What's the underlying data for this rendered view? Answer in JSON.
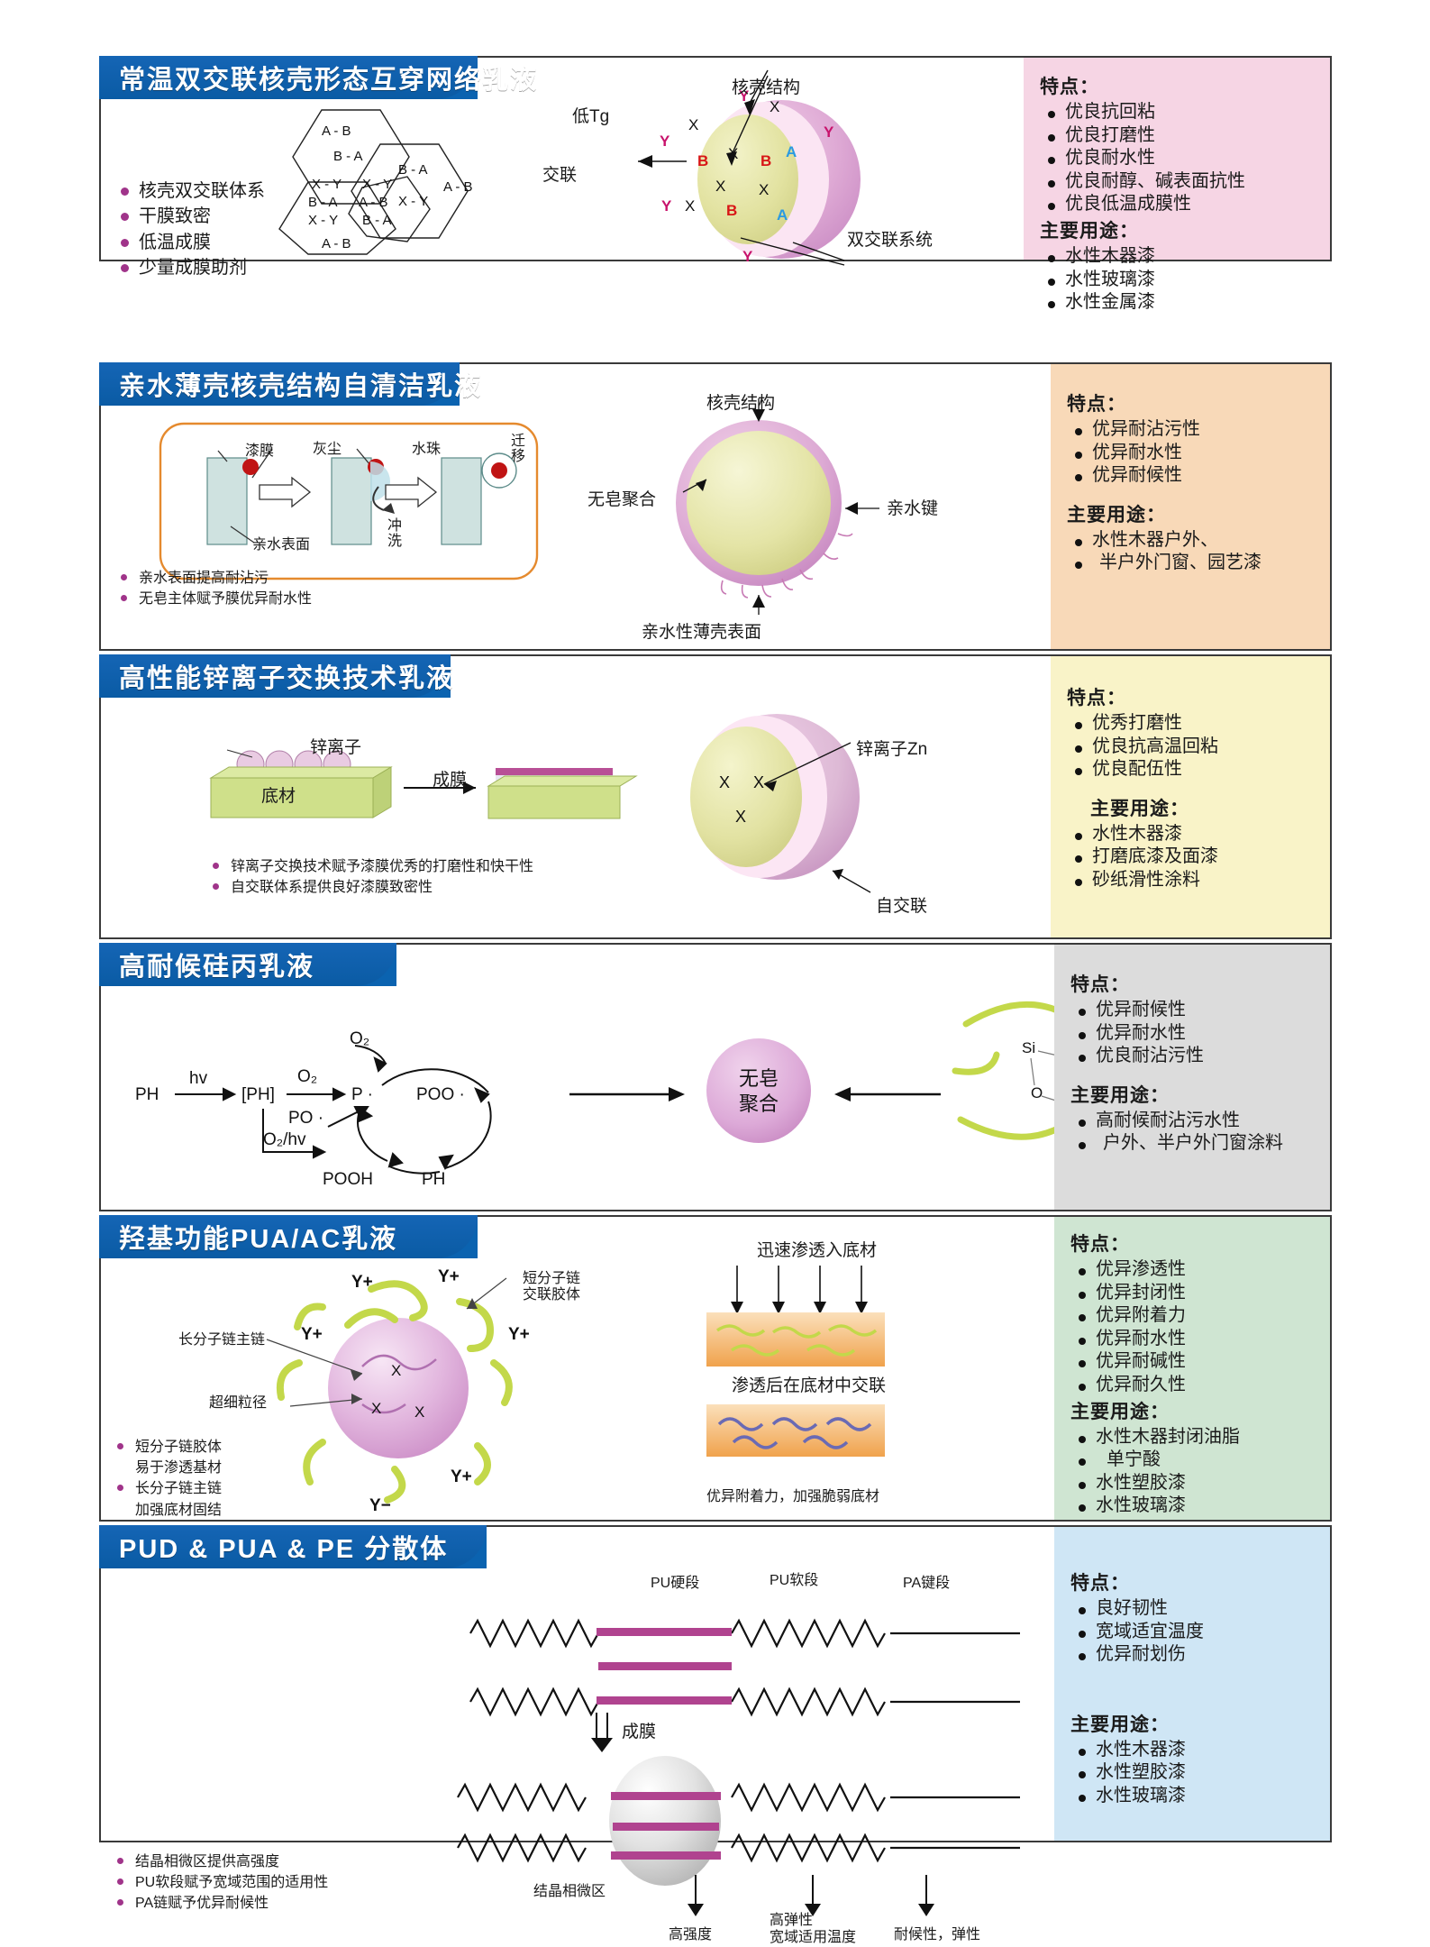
{
  "sections": [
    {
      "title": "常温双交联核壳形态互穿网络乳液",
      "notes": [
        "核壳双交联体系",
        "干膜致密",
        "低温成膜",
        "少量成膜助剂"
      ],
      "diagram_labels": {
        "hex_cells": [
          "A - B",
          "B - A",
          "X - Y",
          "X - Y",
          "B - A",
          "X - Y",
          "A - B",
          "B - A",
          "X - Y",
          "A - B",
          "A - B",
          "B - A"
        ],
        "core_shell": "核壳结构",
        "low_tg": "低Tg",
        "crosslink": "交联",
        "dual_system": "双交联系统",
        "core_symbols": [
          "X",
          "B",
          "X",
          "B",
          "X",
          "B",
          "X"
        ],
        "shell_symbols": [
          "Y",
          "Y",
          "Y",
          "A",
          "A"
        ]
      },
      "features_title": "特点：",
      "features": [
        "优良抗回粘",
        "优良打磨性",
        "优良耐水性",
        "优良耐醇、碱表面抗性",
        "优良低温成膜性"
      ],
      "uses_title": "主要用途：",
      "uses": [
        "水性木器漆",
        "水性玻璃漆",
        "水性金属漆"
      ],
      "panel_color": "#f6d5e4"
    },
    {
      "title": "亲水薄壳核壳结构自清洁乳液",
      "notes": [
        "亲水表面提高耐沾污",
        "无皂主体赋予膜优异耐水性"
      ],
      "diagram_labels": {
        "film": "漆膜",
        "dust": "灰尘",
        "water_drop": "水珠",
        "migrate": "迁移",
        "hydrophilic_surface": "亲水表面",
        "rinse": "冲洗",
        "core_shell": "核壳结构",
        "soap_free": "无皂聚合",
        "hydrophilic_bond": "亲水键",
        "thin_shell": "亲水性薄壳表面"
      },
      "features_title": "特点：",
      "features": [
        "优异耐沾污性",
        "优异耐水性",
        "优异耐候性"
      ],
      "uses_title": "主要用途：",
      "uses": [
        "水性木器户外、",
        "半户外门窗、园艺漆"
      ],
      "panel_color": "#f8d9b8"
    },
    {
      "title": "高性能锌离子交换技术乳液",
      "notes": [
        "锌离子交换技术赋予漆膜优秀的打磨性和快干性",
        "自交联体系提供良好漆膜致密性"
      ],
      "diagram_labels": {
        "zinc_ion": "锌离子",
        "substrate": "底材",
        "film_form": "成膜",
        "zinc_zn": "锌离子Zn",
        "self_crosslink": "自交联",
        "core_symbols": [
          "X",
          "X",
          "X"
        ]
      },
      "features_title": "特点：",
      "features": [
        "优秀打磨性",
        "优良抗高温回粘",
        "优良配伍性"
      ],
      "uses_title": "主要用途：",
      "uses": [
        "水性木器漆",
        "打磨底漆及面漆",
        "砂纸滑性涂料"
      ],
      "panel_color": "#f9f3c8"
    },
    {
      "title": "高耐候硅丙乳液",
      "notes": [],
      "diagram_labels": {
        "ph1": "PH",
        "hv": "hv",
        "ph_bracket": "[PH]",
        "o2_a": "O₂",
        "o2_b": "O₂",
        "p_rad": "P ·",
        "poo_rad": "POO ·",
        "po_rad": "PO ·",
        "o2hv": "O₂/hv",
        "pooh": "POOH",
        "ph2": "PH",
        "soap_free": "无皂\n聚合",
        "si1": "Si",
        "si2": "Si",
        "si3": "Si",
        "o1": "O",
        "o2_label": "O"
      },
      "features_title": "特点：",
      "features": [
        "优异耐候性",
        "优异耐水性",
        "优良耐沾污性"
      ],
      "uses_title": "主要用途：",
      "uses": [
        "高耐候耐沾污水性",
        "户外、半户外门窗涂料"
      ],
      "panel_color": "#dcdcdc"
    },
    {
      "title": "羟基功能PUA/AC乳液",
      "notes": [
        "短分子链胶体\n易于渗透基材",
        "长分子链主链\n加强底材固结"
      ],
      "diagram_labels": {
        "short_chain": "短分子链\n交联胶体",
        "long_chain": "长分子链主链",
        "ultrafine": "超细粒径",
        "y_plus": "Y+",
        "y_minus": "Y−",
        "x": "X",
        "penetrate": "迅速渗透入底材",
        "crosslink_after": "渗透后在底材中交联",
        "adhesion": "优异附着力，加强脆弱底材"
      },
      "features_title": "特点：",
      "features": [
        "优异渗透性",
        "优异封闭性",
        "优异附着力",
        "优异耐水性",
        "优异耐碱性",
        "优异耐久性"
      ],
      "uses_title": "主要用途：",
      "uses": [
        "水性木器封闭油脂",
        "单宁酸",
        "水性塑胶漆",
        "水性玻璃漆"
      ],
      "panel_color": "#cfe5d2"
    },
    {
      "title": "PUD & PUA & PE 分散体",
      "notes": [
        "结晶相微区提供高强度",
        "PU软段赋予宽域范围的适用性",
        "PA链赋予优异耐候性"
      ],
      "diagram_labels": {
        "pu_hard": "PU硬段",
        "pu_soft": "PU软段",
        "pa_chain": "PA键段",
        "film_form": "成膜",
        "crystal_zone": "结晶相微区",
        "high_strength": "高强度",
        "high_elastic": "高弹性\n宽域适用温度",
        "weather": "耐候性，弹性"
      },
      "features_title": "特点：",
      "features": [
        "良好韧性",
        "宽域适宜温度",
        "优异耐划伤"
      ],
      "uses_title": "主要用途：",
      "uses": [
        "水性木器漆",
        "水性塑胶漆",
        "水性玻璃漆"
      ],
      "panel_color": "#cfe6f5"
    }
  ]
}
